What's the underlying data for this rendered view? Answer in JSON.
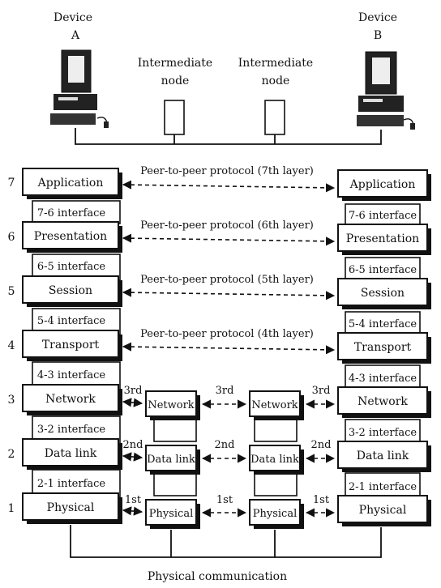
{
  "devices": {
    "a": {
      "line1": "Device",
      "line2": "A"
    },
    "b": {
      "line1": "Device",
      "line2": "B"
    }
  },
  "intermediate": [
    {
      "line1": "Intermediate",
      "line2": "node"
    },
    {
      "line1": "Intermediate",
      "line2": "node"
    }
  ],
  "layers": [
    {
      "num": "7",
      "name": "Application"
    },
    {
      "num": "6",
      "name": "Presentation"
    },
    {
      "num": "5",
      "name": "Session"
    },
    {
      "num": "4",
      "name": "Transport"
    },
    {
      "num": "3",
      "name": "Network"
    },
    {
      "num": "2",
      "name": "Data link"
    },
    {
      "num": "1",
      "name": "Physical"
    }
  ],
  "interfaces": [
    "7-6 interface",
    "6-5 interface",
    "5-4 interface",
    "4-3 interface",
    "3-2 interface",
    "2-1 interface"
  ],
  "peer_protocols": [
    "Peer-to-peer protocol (7th layer)",
    "Peer-to-peer protocol (6th layer)",
    "Peer-to-peer protocol (5th layer)",
    "Peer-to-peer protocol (4th layer)"
  ],
  "hop_labels": {
    "network": "3rd",
    "datalink": "2nd",
    "physical": "1st"
  },
  "node_layers": [
    "Network",
    "Data link",
    "Physical"
  ],
  "footer": "Physical communication"
}
